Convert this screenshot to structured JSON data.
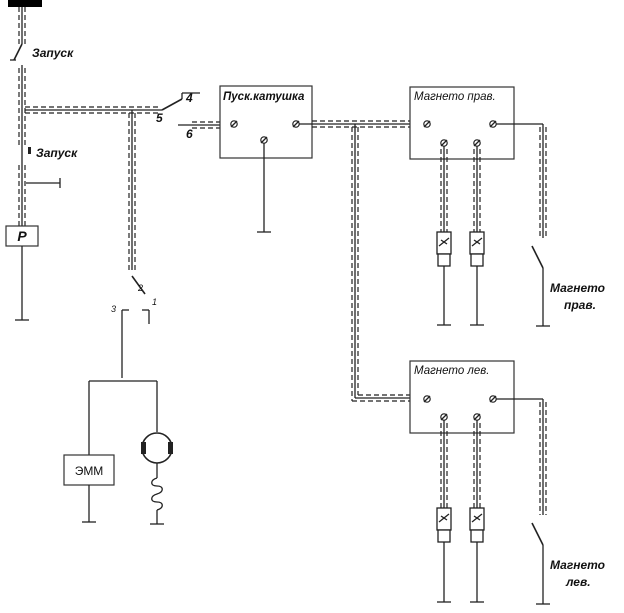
{
  "labels": {
    "zapusk_top": "Запуск",
    "zapusk_mid": "Запуск",
    "relay": "Р",
    "pusk_katushka": "Пуск.катушка",
    "term_4": "4",
    "term_5": "5",
    "term_6": "6",
    "magneto_prav_box": "Магнето прав.",
    "magneto_lev_box": "Магнето лев.",
    "switch_prav_line1": "Магнето",
    "switch_prav_line2": "прав.",
    "switch_lev_line1": "Магнето",
    "switch_lev_line2": "лев.",
    "emm": "ЭММ",
    "sw_1": "1",
    "sw_2": "2",
    "sw_3": "3"
  }
}
